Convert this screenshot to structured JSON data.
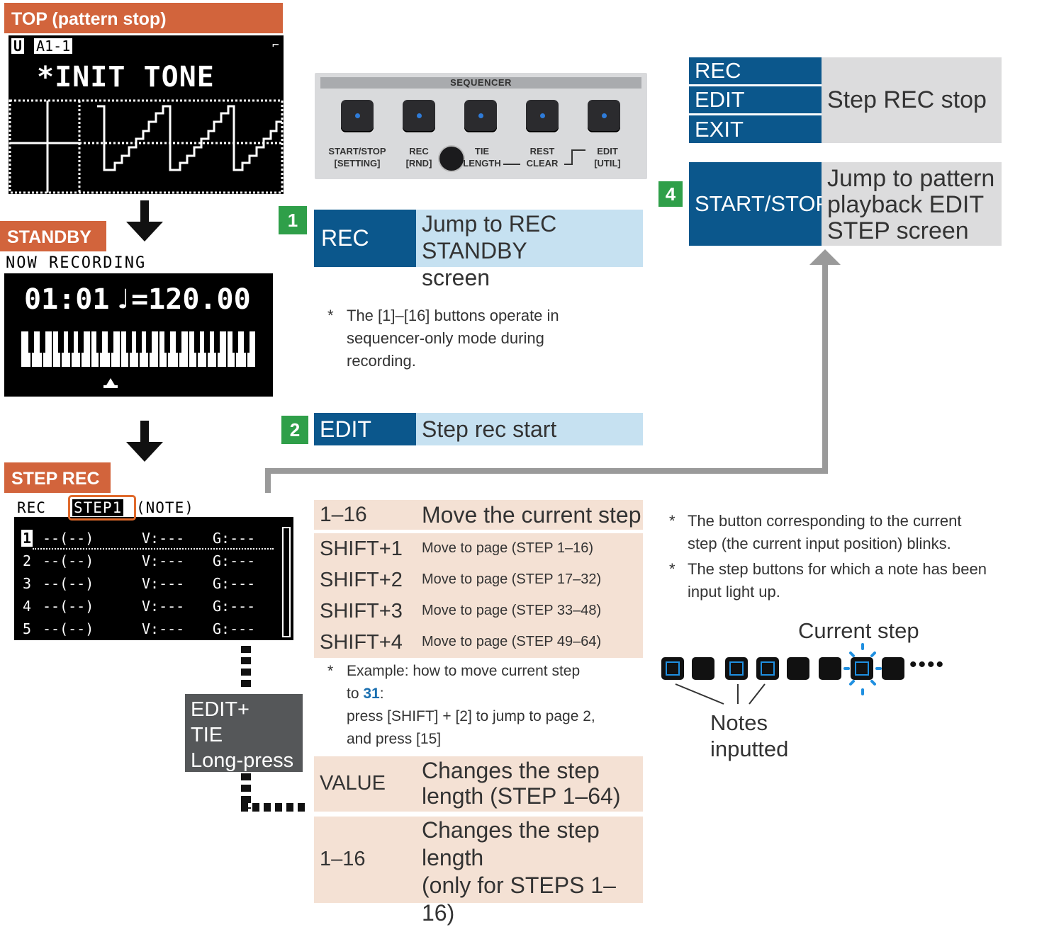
{
  "states": {
    "top_label": "TOP (pattern stop)",
    "standby_label": "STANDBY",
    "steprec_label": "STEP REC"
  },
  "lcd_top": {
    "badge": "U",
    "pattern": "A1-1",
    "tone_name": "*INIT TONE"
  },
  "lcd_standby": {
    "header": "NOW RECORDING",
    "position": "01:01",
    "tempo": "♩=120.00"
  },
  "lcd_steprec": {
    "header_rec": "REC",
    "header_step": "STEP1",
    "header_mode": "(NOTE)",
    "rows": [
      {
        "num": "1",
        "note": "--(--)",
        "v": "V:---",
        "g": "G:---"
      },
      {
        "num": "2",
        "note": "--(--)",
        "v": "V:---",
        "g": "G:---"
      },
      {
        "num": "3",
        "note": "--(--)",
        "v": "V:---",
        "g": "G:---"
      },
      {
        "num": "4",
        "note": "--(--)",
        "v": "V:---",
        "g": "G:---"
      },
      {
        "num": "5",
        "note": "--(--)",
        "v": "V:---",
        "g": "G:---"
      }
    ]
  },
  "panel": {
    "title": "SEQUENCER",
    "buttons": [
      {
        "line1": "START/STOP",
        "line2": "[SETTING]"
      },
      {
        "line1": "REC",
        "line2": "[RND]"
      },
      {
        "line1": "TIE",
        "line2": "LENGTH"
      },
      {
        "line1": "REST",
        "line2": "CLEAR"
      },
      {
        "line1": "EDIT",
        "line2": "[UTIL]"
      }
    ]
  },
  "step1": {
    "num": "1",
    "key": "REC",
    "desc_line1": "Jump to REC STANDBY",
    "desc_line2": "screen"
  },
  "step2": {
    "num": "2",
    "key": "EDIT",
    "desc": "Step rec start"
  },
  "note_buttons": {
    "asterisk": "*",
    "line1": "The [1]–[16] buttons operate in",
    "line2": "sequencer-only mode during",
    "line3": "recording."
  },
  "stop_box": {
    "keys": [
      "REC",
      "EDIT",
      "EXIT"
    ],
    "desc": "Step REC stop"
  },
  "step4": {
    "num": "4",
    "key": "START/STOP",
    "desc_line1": "Jump to pattern",
    "desc_line2": "playback EDIT",
    "desc_line3": "STEP screen"
  },
  "table": {
    "rows": [
      {
        "key": "1–16",
        "desc": "Move the current step"
      },
      {
        "key": "SHIFT+1",
        "desc": "Move to page (STEP 1–16)"
      },
      {
        "key": "SHIFT+2",
        "desc": "Move to page (STEP 17–32)"
      },
      {
        "key": "SHIFT+3",
        "desc": "Move to page (STEP 33–48)"
      },
      {
        "key": "SHIFT+4",
        "desc": "Move to page (STEP 49–64)"
      }
    ],
    "example": {
      "asterisk": "*",
      "line1": "Example: how to move current step",
      "line2_pre": "to ",
      "line2_num": "31",
      "line2_post": ":",
      "line3": "press [SHIFT] + [2] to jump to page 2,",
      "line4": "and press [15]"
    },
    "value_row": {
      "key": "VALUE",
      "desc_line1": "Changes the step",
      "desc_line2": "length (STEP 1–64)"
    },
    "last_row": {
      "key": "1–16",
      "desc_line1": "Changes the step",
      "desc_line2": "length",
      "desc_line3": "(only for STEPS 1–16)"
    }
  },
  "edit_tie": {
    "line1": "EDIT+",
    "line2": "TIE",
    "line3": "Long-press"
  },
  "right_notes": {
    "n1_line1": "The button corresponding to the current",
    "n1_line2": "step (the current input position) blinks.",
    "n2_line1": "The step buttons for which a note has been",
    "n2_line2": "input light up.",
    "asterisk": "*"
  },
  "steps_figure": {
    "current_label": "Current step",
    "notes_line1": "Notes",
    "notes_line2": "inputted",
    "dots": "••••"
  },
  "colors": {
    "state_label": "#d2643c",
    "key_blue": "#0b578c",
    "desc_lightblue": "#c6e1f1",
    "badge_green": "#2f9f49",
    "table_salmon": "#f4e1d4",
    "grey_box": "#dcdcdd",
    "highlight_orange": "#e06a2c",
    "step_blue": "#1f8fe0",
    "connector_grey": "#9a9a9a"
  }
}
